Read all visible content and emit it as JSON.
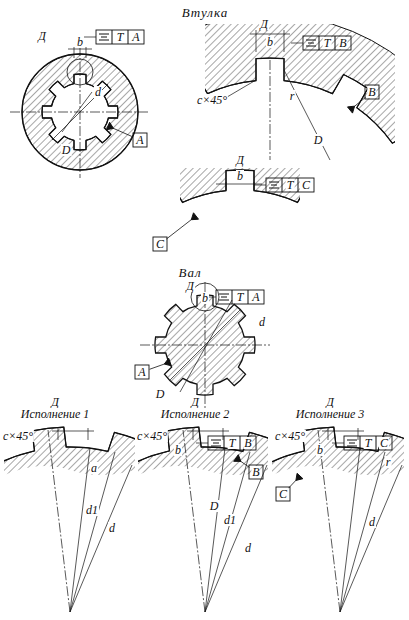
{
  "diagram": {
    "labels": [
      "Втулка",
      "Д",
      "b",
      "T",
      "A",
      "d",
      "D",
      "A",
      "Д",
      "b",
      "T",
      "В",
      "r",
      "c×45°",
      "В",
      "D",
      "Д",
      "b",
      "T",
      "С",
      "С",
      "Вал",
      "Д",
      "b",
      "T",
      "A",
      "d",
      "A",
      "D",
      "Д",
      "Исполнение 1",
      "c×45°",
      "a",
      "d1",
      "d",
      "Д",
      "Исполнение 2",
      "b",
      "T",
      "В",
      "c×45°",
      "В",
      "D",
      "d1",
      "d",
      "Д",
      "Исполнение 3",
      "b",
      "T",
      "С",
      "c×45°",
      "С",
      "r",
      "d"
    ]
  }
}
